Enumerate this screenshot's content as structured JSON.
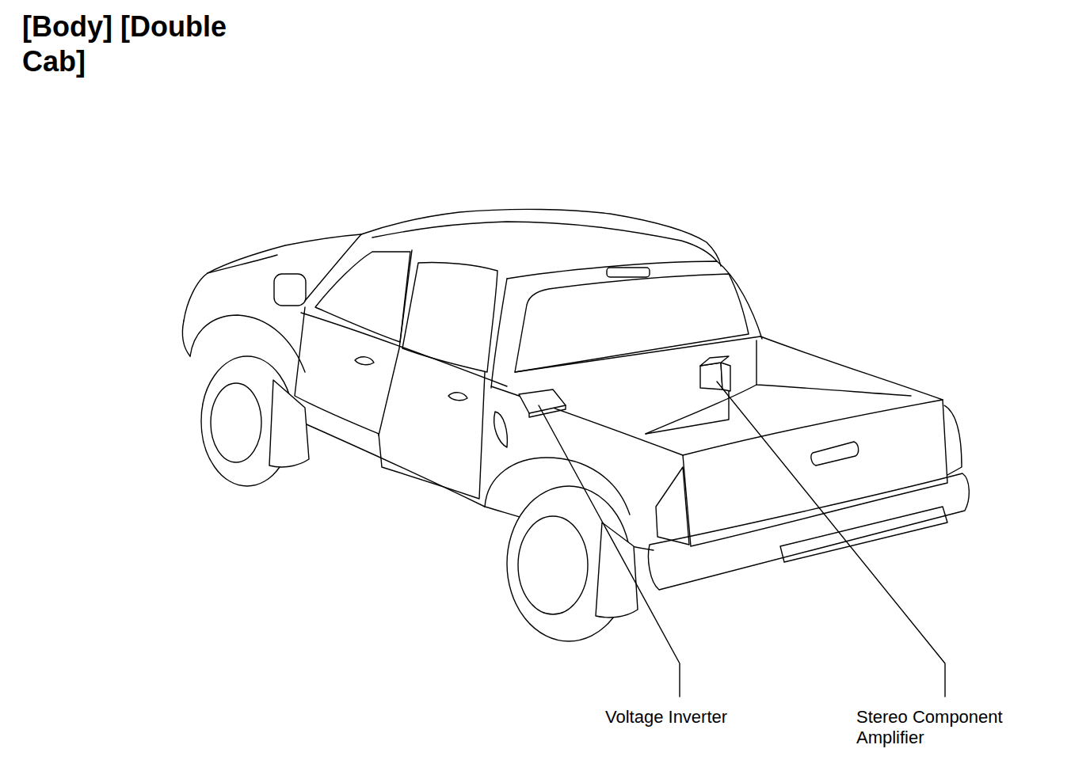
{
  "diagram": {
    "title": "[Body] [Double Cab]",
    "labels": [
      "Voltage Inverter",
      "Stereo Component Amplifier"
    ]
  }
}
